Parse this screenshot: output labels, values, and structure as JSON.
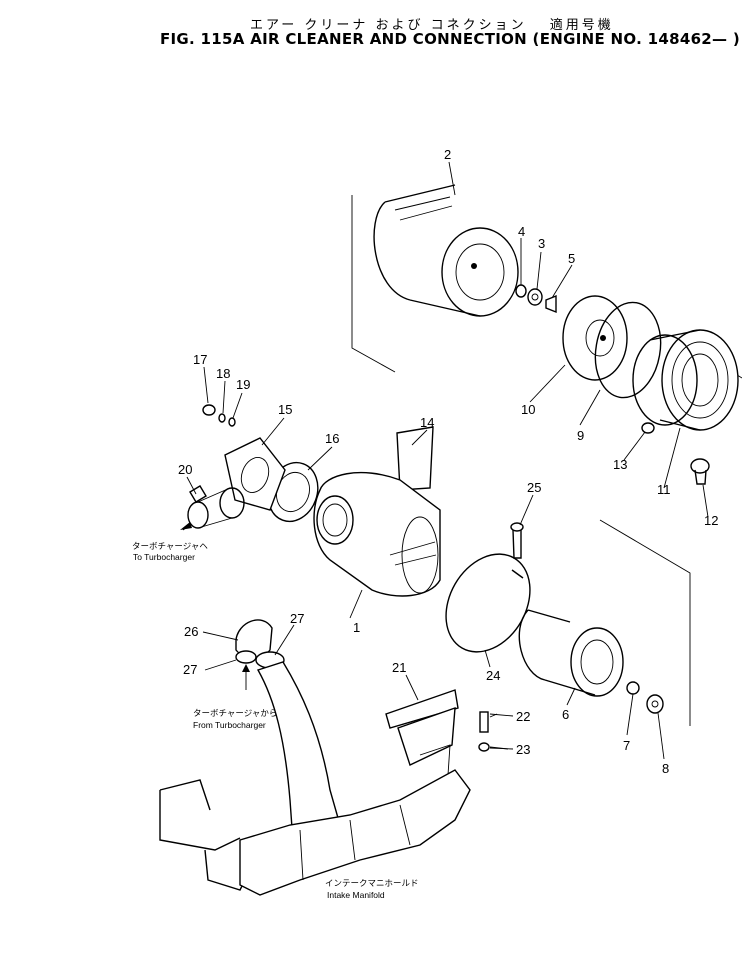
{
  "title": {
    "japanese": "エアー クリーナ および コネクション　 適用号機",
    "english": "FIG. 115A   AIR CLEANER AND CONNECTION (ENGINE NO. 148462— )"
  },
  "part_labels": [
    "1",
    "2",
    "3",
    "4",
    "5",
    "6",
    "7",
    "8",
    "9",
    "10",
    "11",
    "12",
    "13",
    "14",
    "15",
    "16",
    "17",
    "18",
    "19",
    "20",
    "21",
    "22",
    "23",
    "24",
    "25",
    "26",
    "27",
    "27"
  ],
  "notes": {
    "to_turbo_jp": "ターボチャージャヘ",
    "to_turbo_en": "To Turbocharger",
    "from_turbo_jp": "ターボチャージャから",
    "from_turbo_en": "From Turbocharger",
    "manifold_jp": "インテークマニホールド",
    "manifold_en": "Intake Manifold"
  }
}
